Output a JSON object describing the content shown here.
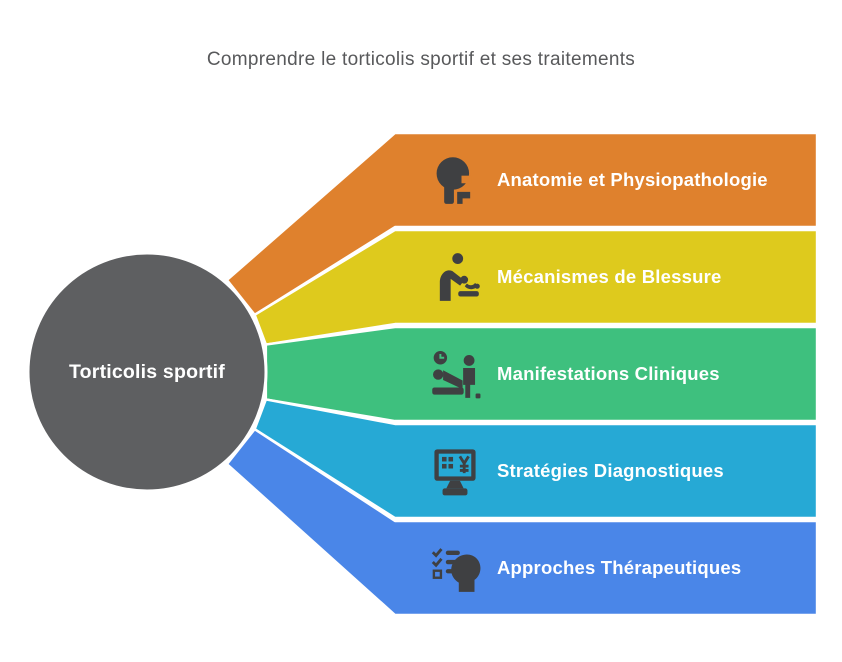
{
  "title": "Comprendre le torticolis sportif et ses traitements",
  "center": {
    "label": "Torticolis sportif",
    "color": "#5e5f61"
  },
  "branches": [
    {
      "label": "Anatomie et Physiopathologie",
      "color": "#df812d",
      "icon": "head-neck-icon"
    },
    {
      "label": "Mécanismes de Blessure",
      "color": "#deca1d",
      "icon": "person-care-icon"
    },
    {
      "label": "Manifestations Cliniques",
      "color": "#3ec07e",
      "icon": "patient-exam-icon"
    },
    {
      "label": "Stratégies Diagnostiques",
      "color": "#26a9d5",
      "icon": "diagnostic-monitor-icon"
    },
    {
      "label": "Approches Thérapeutiques",
      "color": "#4a86e8",
      "icon": "head-checklist-icon"
    }
  ],
  "colors": {
    "icon": "#3f4042",
    "title_text": "#58595b",
    "label_text": "#ffffff",
    "background": "#ffffff"
  }
}
